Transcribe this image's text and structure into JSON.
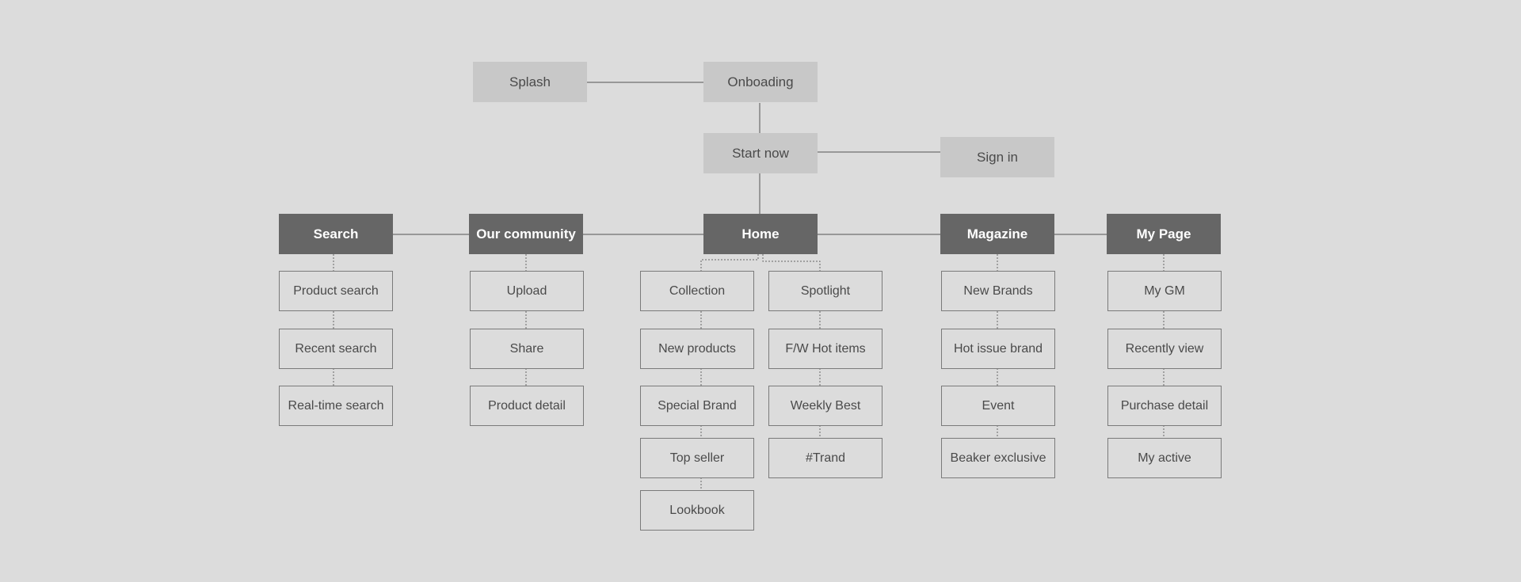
{
  "flow": {
    "splash": "Splash",
    "onboarding": "Onboading",
    "start_now": "Start now",
    "sign_in": "Sign in"
  },
  "columns": {
    "search": {
      "label": "Search",
      "items": [
        "Product search",
        "Recent search",
        "Real-time search"
      ]
    },
    "community": {
      "label": "Our community",
      "items": [
        "Upload",
        "Share",
        "Product detail"
      ]
    },
    "home": {
      "label": "Home",
      "collection": [
        "Collection",
        "New products",
        "Special Brand",
        "Top seller",
        "Lookbook"
      ],
      "spotlight": [
        "Spotlight",
        "F/W Hot items",
        "Weekly Best",
        "#Trand"
      ]
    },
    "magazine": {
      "label": "Magazine",
      "items": [
        "New Brands",
        "Hot issue brand",
        "Event",
        "Beaker exclusive"
      ]
    },
    "mypage": {
      "label": "My Page",
      "items": [
        "My GM",
        "Recently view",
        "Purchase detail",
        "My active"
      ]
    }
  },
  "colors": {
    "background": "#dcdcdc",
    "flow_node": "#c8c8c8",
    "main_node": "#666666",
    "sub_border": "#7a7a7a",
    "line": "#555555"
  }
}
